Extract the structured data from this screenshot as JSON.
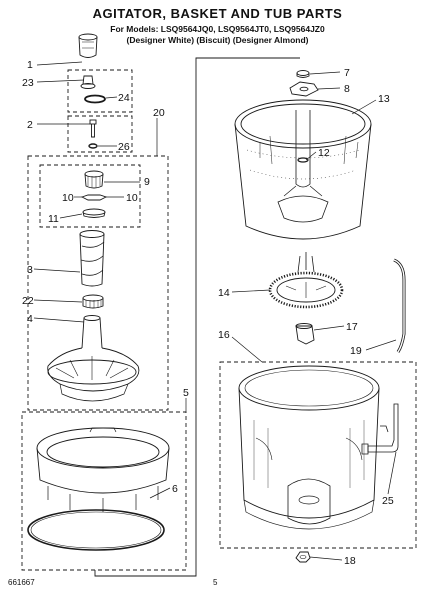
{
  "header": {
    "title": "AGITATOR, BASKET AND TUB PARTS",
    "models_line": "For Models: LSQ9564JQ0, LSQ9564JT0, LSQ9564JZ0",
    "variants_line": "(Designer White)   (Biscuit)   (Designer Almond)"
  },
  "callouts": [
    "1",
    "23",
    "24",
    "2",
    "26",
    "20",
    "9",
    "10",
    "10",
    "11",
    "3",
    "22",
    "4",
    "5",
    "6",
    "7",
    "8",
    "13",
    "12",
    "14",
    "17",
    "16",
    "19",
    "25",
    "18"
  ],
  "footer": {
    "part_code": "661667",
    "page_number": "5"
  }
}
